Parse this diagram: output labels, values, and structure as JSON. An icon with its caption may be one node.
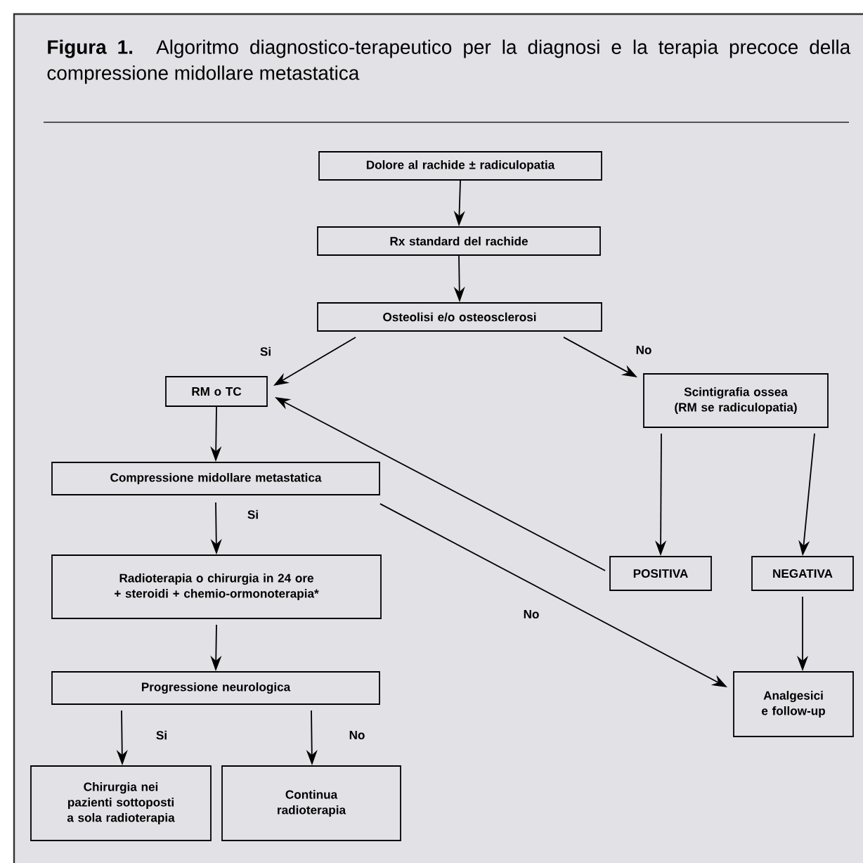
{
  "diagram": {
    "title": "**Figura 1.** Algoritmo diagnostico-terapeutico per la diagnosi e la terapia precoce della compressione midollare metastatica",
    "nodes": [
      {
        "text": [
          "Dolore al rachide ± radiculopatia"
        ]
      },
      {
        "text": [
          "Rx standard del rachide"
        ]
      },
      {
        "text": [
          "Osteolisi e/o osteosclerosi"
        ]
      },
      {
        "text": [
          "RM o TC"
        ]
      },
      {
        "text": [
          "Scintigrafia ossea (RM se radiculopatia)"
        ]
      },
      {
        "text": [
          "Compressione midollare metastatica"
        ]
      },
      {
        "text": [
          "Radioterapia o chirurgia in 24 ore + steroidi + chemio-ormonoterapia*"
        ]
      },
      {
        "text": [
          "POSITIVA"
        ]
      },
      {
        "text": [
          "NEGATIVA"
        ]
      },
      {
        "text": [
          "Progressione neurologica"
        ]
      },
      {
        "text": [
          "Analgesici e follow-up"
        ]
      },
      {
        "text": [
          "Chirurgia nei pazienti sottoposti a sola radioterapia"
        ]
      },
      {
        "text": [
          "Continua radioterapia"
        ]
      }
    ],
    "edges": [
      {
        "from": 0,
        "to": 1,
        "arrow": "to"
      },
      {
        "from": 1,
        "to": 2,
        "arrow": "to"
      },
      {
        "from": 2,
        "to": 3,
        "arrow": "to",
        "label": "Si"
      },
      {
        "from": 2,
        "to": 4,
        "arrow": "to",
        "label": "No"
      },
      {
        "from": 3,
        "to": 5,
        "arrow": "to"
      },
      {
        "from": 5,
        "to": 6,
        "arrow": "to",
        "label": "Si"
      },
      {
        "from": 4,
        "to": 7,
        "arrow": "to"
      },
      {
        "from": 4,
        "to": 8,
        "arrow": "to"
      },
      {
        "from": 7,
        "to": 3,
        "arrow": "to"
      },
      {
        "from": 5,
        "to": 10,
        "arrow": "to",
        "label": "No"
      },
      {
        "from": 6,
        "to": 9,
        "arrow": "to"
      },
      {
        "from": 8,
        "to": 10,
        "arrow": "to"
      },
      {
        "from": 9,
        "to": 11,
        "arrow": "to",
        "label": "Si"
      },
      {
        "from": 9,
        "to": 12,
        "arrow": "to",
        "label": "No"
      }
    ]
  }
}
